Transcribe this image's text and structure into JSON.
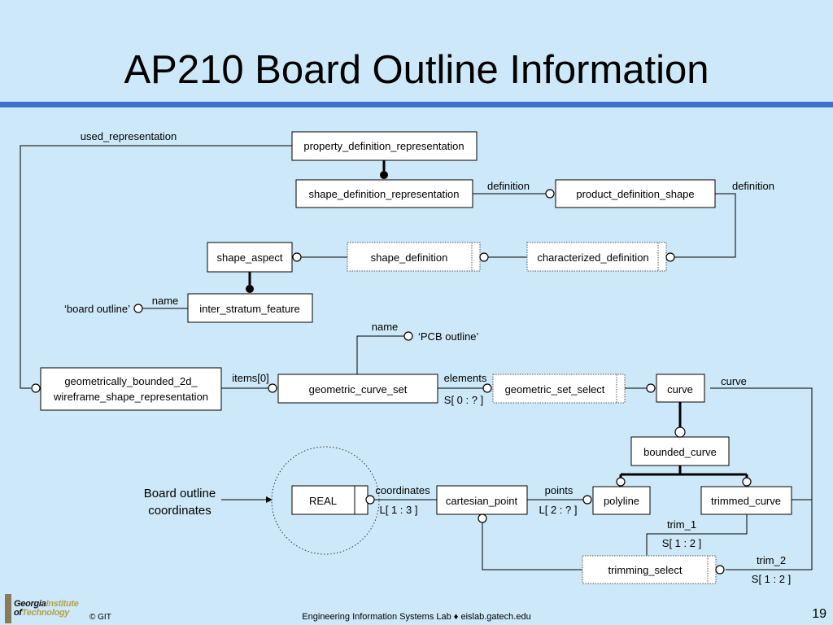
{
  "slide": {
    "title": "AP210 Board Outline Information",
    "page_number": "19",
    "footer_lab": "Engineering Information Systems Lab ♦ eislab.gatech.edu",
    "copyright": "© GIT",
    "logo_line1_a": "Georgia",
    "logo_line1_b": "Institute",
    "logo_line2_a": "of",
    "logo_line2_b": "Technology"
  },
  "colors": {
    "background": "#cde8f8",
    "title_rule": "#3c6fd2",
    "box_fill": "#ffffff"
  },
  "entities": {
    "property_definition_representation": "property_definition_representation",
    "shape_definition_representation": "shape_definition_representation",
    "product_definition_shape": "product_definition_shape",
    "shape_aspect": "shape_aspect",
    "shape_definition": "shape_definition",
    "characterized_definition": "characterized_definition",
    "inter_stratum_feature": "inter_stratum_feature",
    "gbwsr_line1": "geometrically_bounded_2d_",
    "gbwsr_line2": "wireframe_shape_representation",
    "geometric_curve_set": "geometric_curve_set",
    "geometric_set_select": "geometric_set_select",
    "curve": "curve",
    "bounded_curve": "bounded_curve",
    "real": "REAL",
    "cartesian_point": "cartesian_point",
    "polyline": "polyline",
    "trimmed_curve": "trimmed_curve",
    "trimming_select": "trimming_select"
  },
  "labels": {
    "used_representation": "used_representation",
    "definition_1": "definition",
    "definition_2": "definition",
    "name_isf": "name",
    "board_outline_value": "‘board outline’",
    "name_gcs": "name",
    "pcb_outline_value": "‘PCB outline’",
    "items": "items[0]",
    "elements": "elements",
    "elements_card": "S[ 0 : ? ]",
    "curve_attr": "curve",
    "coordinates": "coordinates",
    "coordinates_card": "L[ 1 : 3 ]",
    "points": "points",
    "points_card": "L[ 2 : ? ]",
    "trim_1": "trim_1",
    "trim_1_card": "S[ 1 : 2 ]",
    "trim_2": "trim_2",
    "trim_2_card": "S[ 1 : 2 ]",
    "annotation_line1": "Board outline",
    "annotation_line2": "coordinates"
  }
}
